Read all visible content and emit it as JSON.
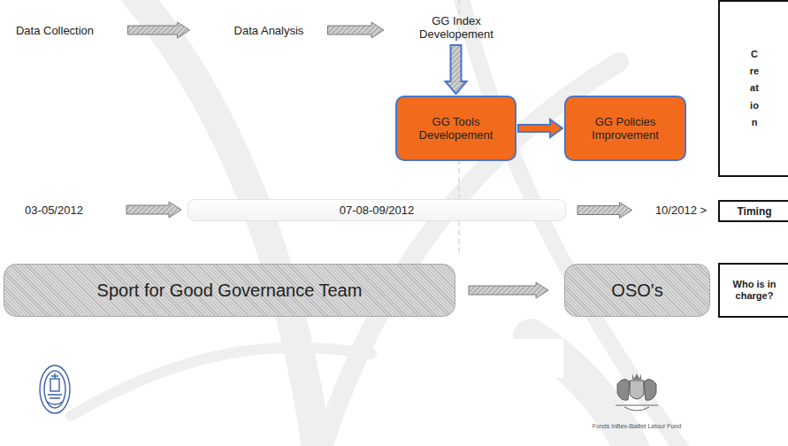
{
  "diagram": {
    "nodes": [
      {
        "text": [
          "Data Collection"
        ]
      },
      {
        "text": [
          "Data Analysis"
        ]
      },
      {
        "text": [
          "GG Index Developement"
        ]
      },
      {
        "text": [
          "GG Tools Developement"
        ]
      },
      {
        "text": [
          "GG Policies Improvement"
        ]
      },
      {
        "text": [
          "Creation"
        ]
      },
      {
        "text": [
          "Timing"
        ]
      },
      {
        "text": [
          "Who is in charge?"
        ]
      },
      {
        "text": [
          "03-05/2012"
        ]
      },
      {
        "text": [
          "07-08-09/2012"
        ]
      },
      {
        "text": [
          "10/2012 >"
        ]
      },
      {
        "text": [
          "Sport for Good Governance Team"
        ]
      },
      {
        "text": [
          "OSO's"
        ]
      }
    ],
    "edges": [
      {
        "from": 0,
        "to": 1,
        "arrow": "to"
      },
      {
        "from": 1,
        "to": 2,
        "arrow": "to"
      },
      {
        "from": 2,
        "to": 3,
        "arrow": "to"
      },
      {
        "from": 3,
        "to": 4,
        "arrow": "to"
      },
      {
        "from": 8,
        "to": 9,
        "arrow": "to"
      },
      {
        "from": 9,
        "to": 10,
        "arrow": "to"
      },
      {
        "from": 11,
        "to": 12,
        "arrow": "to"
      }
    ],
    "labels": [
      "Fonds InBev-Baillet Latour Fund"
    ]
  }
}
